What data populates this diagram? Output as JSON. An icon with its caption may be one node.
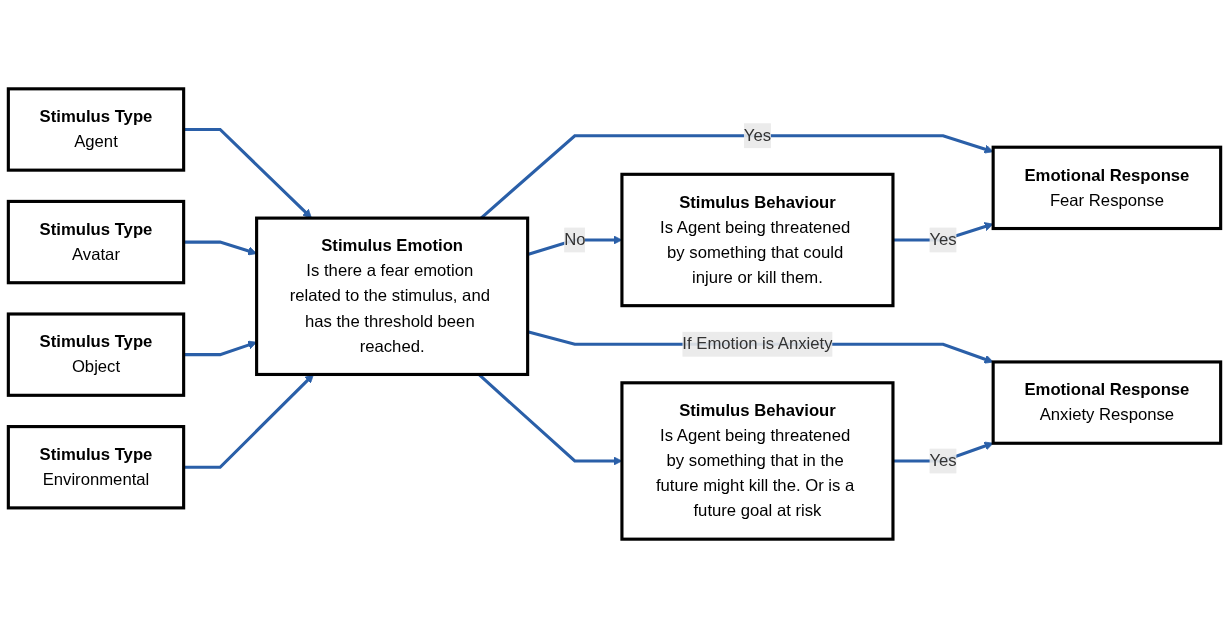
{
  "diagram": {
    "nodes": [
      {
        "text": [
          "Stimulus Type",
          "Agent"
        ]
      },
      {
        "text": [
          "Stimulus Type",
          "Avatar"
        ]
      },
      {
        "text": [
          "Stimulus Type",
          "Object"
        ]
      },
      {
        "text": [
          "Stimulus Type",
          "Environmental"
        ]
      },
      {
        "text": [
          "Stimulus Emotion",
          "Is there a fear emotion related to the stimulus, and has the threshold been reached."
        ]
      },
      {
        "text": [
          "Emotional Response",
          "Fear Response"
        ]
      },
      {
        "text": [
          "Stimulus Behaviour",
          "Is Agent being threatened by something that could injure or kill them."
        ]
      },
      {
        "text": [
          "Emotional Response",
          "Anxiety Response"
        ]
      },
      {
        "text": [
          "Stimulus Behaviour",
          "Is Agent being threatened by something that in the future might kill the. Or is a future goal at risk"
        ]
      }
    ],
    "edges": [
      {
        "from": 0,
        "to": 4,
        "arrow": "to"
      },
      {
        "from": 1,
        "to": 4,
        "arrow": "to"
      },
      {
        "from": 2,
        "to": 4,
        "arrow": "to"
      },
      {
        "from": 3,
        "to": 4,
        "arrow": "to"
      },
      {
        "from": 4,
        "to": 5,
        "arrow": "to",
        "label": "Yes"
      },
      {
        "from": 4,
        "to": 6,
        "arrow": "to",
        "label": "No"
      },
      {
        "from": 4,
        "to": 7,
        "arrow": "to",
        "label": "If Emotion is Anxiety"
      },
      {
        "from": 4,
        "to": 8,
        "arrow": "to"
      },
      {
        "from": 6,
        "to": 5,
        "arrow": "to",
        "label": "Yes"
      },
      {
        "from": 8,
        "to": 7,
        "arrow": "to",
        "label": "Yes"
      }
    ]
  }
}
